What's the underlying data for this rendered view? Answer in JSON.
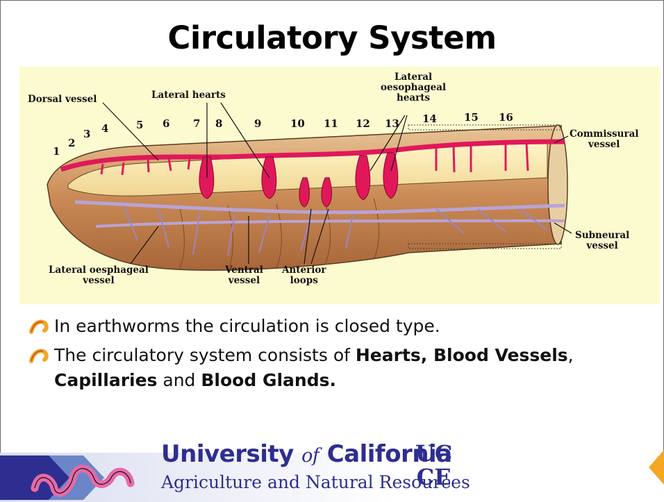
{
  "title": "Circulatory System",
  "diagram": {
    "labels": {
      "dorsal_vessel": "Dorsal vessel",
      "lateral_hearts": "Lateral hearts",
      "lateral_oesophageal_hearts": [
        "Lateral",
        "oesophageal",
        "hearts"
      ],
      "commissural_vessel": [
        "Commissural",
        "vessel"
      ],
      "subneural_vessel": [
        "Subneural",
        "vessel"
      ],
      "lateral_oesophageal_vessel": [
        "Lateral oesphageal",
        "vessel"
      ],
      "ventral_vessel": [
        "Ventral",
        "vessel"
      ],
      "anterior_loops": [
        "Anterior",
        "loops"
      ]
    },
    "segments": [
      "1",
      "2",
      "3",
      "4",
      "5",
      "6",
      "7",
      "8",
      "9",
      "10",
      "11",
      "12",
      "13",
      "14",
      "15",
      "16"
    ]
  },
  "bullets": {
    "b1": "In earthworms the circulation is closed type.",
    "b2_pre": "The circulatory system consists of ",
    "b2_bold1": "Hearts, Blood Vessels",
    "b2_mid": ", ",
    "b2_bold2": "Capillaries",
    "b2_and": " and ",
    "b2_bold3": "Blood Glands."
  },
  "footer": {
    "university": "University ",
    "of": "of",
    "california": " California",
    "division": "Agriculture and Natural Resources",
    "ucce_line1": "UC",
    "ucce_line2": "CE"
  },
  "colors": {
    "accent_blue": "#2d2e8f",
    "vessel_red": "#e0185a",
    "body_brown": "#c98a55",
    "diagram_bg": "#fcfbd0",
    "orange": "#f5a623"
  }
}
